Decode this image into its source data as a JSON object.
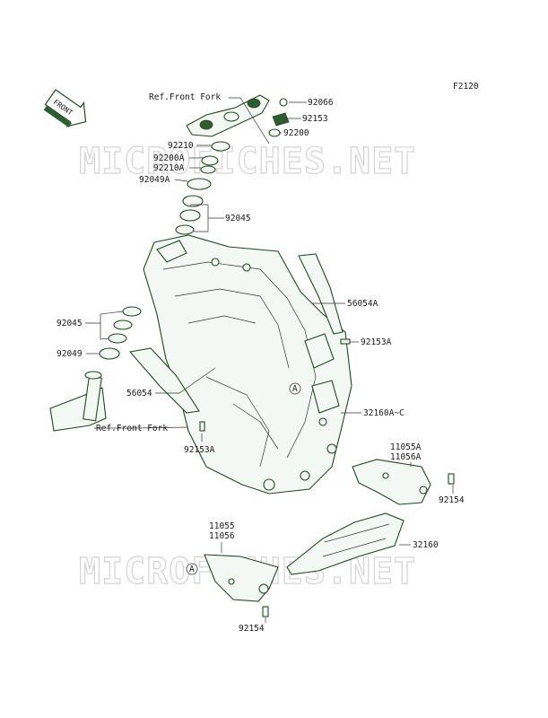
{
  "figure_code": "F2120",
  "watermark": "MICROFICHES.NET",
  "front_arrow": "FRONT",
  "callout_letter": "A",
  "labels": {
    "ref_front_fork_top": "Ref.Front Fork",
    "ref_front_fork_bottom": "Ref.Front Fork",
    "p92066": "92066",
    "p92153": "92153",
    "p92200": "92200",
    "p92210": "92210",
    "p92200A": "92200A",
    "p92210A": "92210A",
    "p92049A": "92049A",
    "p92045_top": "92045",
    "p56054A": "56054A",
    "p92153A_right": "92153A",
    "p92045_left": "92045",
    "p92049": "92049",
    "p56054": "56054",
    "p32160AC": "32160A~C",
    "p92153A_left": "92153A",
    "p11055A": "11055A",
    "p11056A": "11056A",
    "p92154_right": "92154",
    "p11055": "11055",
    "p11056": "11056",
    "p32160": "32160",
    "p92154_bottom": "92154"
  },
  "colors": {
    "line_art": "#1f4a1f",
    "watermark": "#d4d4d4",
    "logo_green": "#cfe6cf",
    "text": "#1a1a1a"
  }
}
